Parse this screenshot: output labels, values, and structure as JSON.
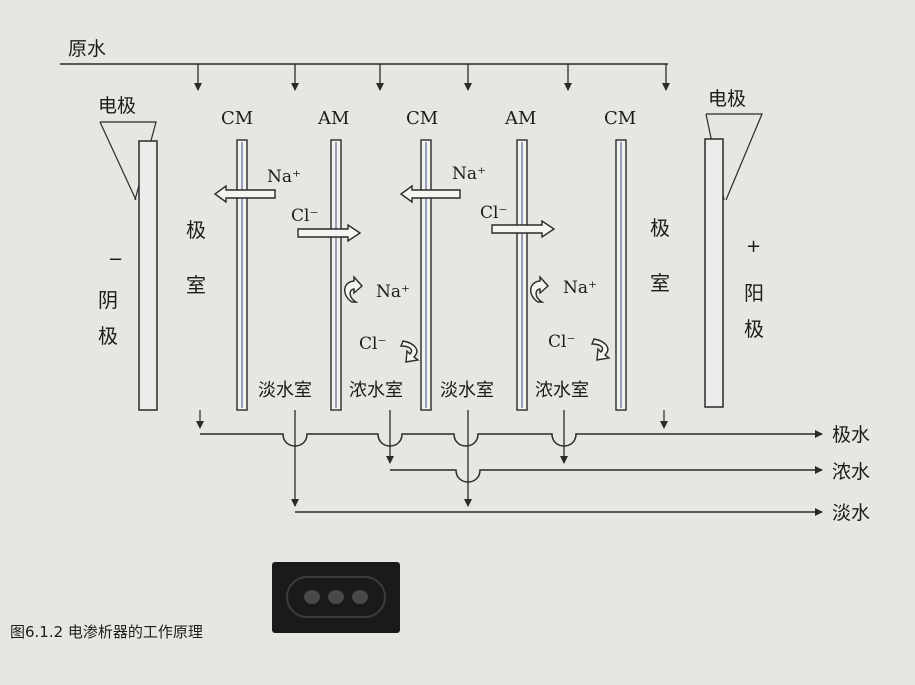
{
  "raw_water": "原水",
  "electrode_left": "电极",
  "electrode_right": "电极",
  "cathode_sign": "−",
  "cathode": "阴\n极",
  "anode_sign": "+",
  "anode": "阳\n极",
  "electrode_chamber": "极\n室",
  "membranes": [
    "CM",
    "AM",
    "CM",
    "AM",
    "CM"
  ],
  "ions": {
    "na": "Na⁺",
    "cl": "Cl⁻"
  },
  "chambers": [
    "淡水室",
    "浓水室",
    "淡水室",
    "浓水室"
  ],
  "outputs": [
    "极水",
    "浓水",
    "淡水"
  ],
  "caption": "图6.1.2 电渗析器的工作原理",
  "colors": {
    "line": "#2a2a2a",
    "membrane_stripe": "#3f4f8a",
    "background": "#e6e7e1"
  },
  "icons": [
    "arrow-left-icon",
    "arrow-right-icon",
    "curved-arrow-icon",
    "connector-device-icon"
  ]
}
